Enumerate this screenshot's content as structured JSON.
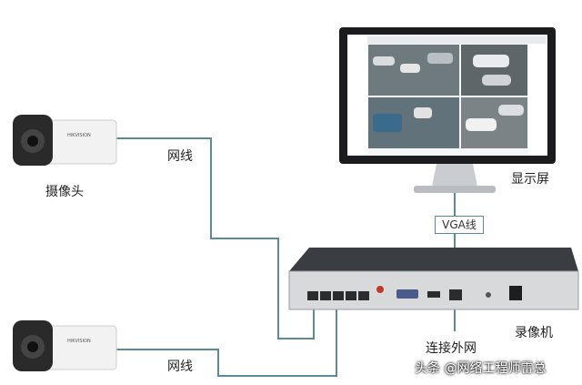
{
  "labels": {
    "camera_top": "摄像头",
    "cable_top": "网线",
    "monitor": "显示屏",
    "vga": "VGA线",
    "nvr": "录像机",
    "external_net": "连接外网",
    "cable_bottom": "网线",
    "brand": "HIKVISION"
  },
  "watermark": "头条 @网络工程师雷总",
  "colors": {
    "cable": "#5b8c96",
    "camera_body": "#f2f2f2",
    "camera_dark": "#2a2a2a",
    "nvr_body": "#3a3d42",
    "nvr_front": "#d8d9db",
    "monitor_bezel": "#1c1c1e"
  }
}
